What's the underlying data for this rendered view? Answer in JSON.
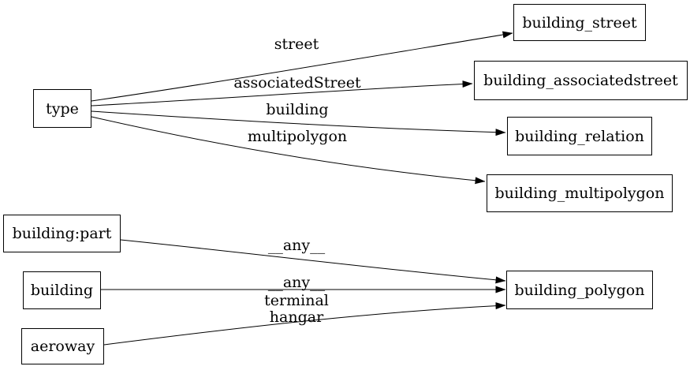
{
  "diagram": {
    "type": "directed-graph",
    "colors": {
      "background": "#ffffff",
      "node_border": "#000000",
      "edge_stroke": "#000000",
      "text": "#000000"
    },
    "nodes": [
      {
        "id": "type",
        "label": "type"
      },
      {
        "id": "building_street",
        "label": "building_street"
      },
      {
        "id": "building_associatedstreet",
        "label": "building_associatedstreet"
      },
      {
        "id": "building_relation",
        "label": "building_relation"
      },
      {
        "id": "building_multipolygon",
        "label": "building_multipolygon"
      },
      {
        "id": "building:part",
        "label": "building:part"
      },
      {
        "id": "building",
        "label": "building"
      },
      {
        "id": "aeroway",
        "label": "aeroway"
      },
      {
        "id": "building_polygon",
        "label": "building_polygon"
      }
    ],
    "edges": [
      {
        "from": "type",
        "to": "building_street",
        "label": "street"
      },
      {
        "from": "type",
        "to": "building_associatedstreet",
        "label": "associatedStreet"
      },
      {
        "from": "type",
        "to": "building_relation",
        "label": "building"
      },
      {
        "from": "type",
        "to": "building_multipolygon",
        "label": "multipolygon"
      },
      {
        "from": "building:part",
        "to": "building_polygon",
        "label": "__any__"
      },
      {
        "from": "building",
        "to": "building_polygon",
        "label": "__any__"
      },
      {
        "from": "aeroway",
        "to": "building_polygon",
        "label": "terminal\nhangar"
      }
    ]
  }
}
